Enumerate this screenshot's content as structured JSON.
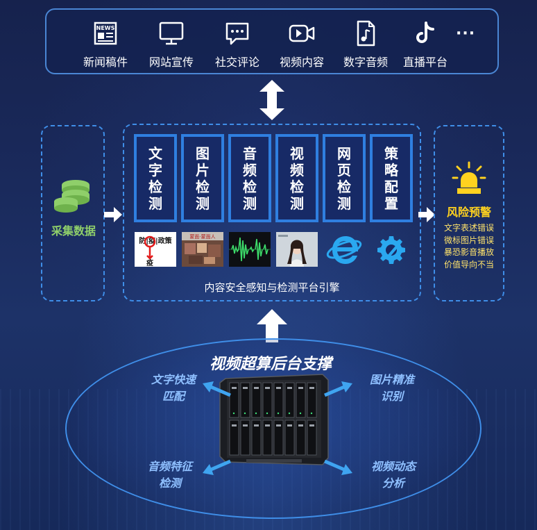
{
  "media_sources": [
    {
      "label": "新闻稿件",
      "icon": "news-icon"
    },
    {
      "label": "网站宣传",
      "icon": "monitor-icon"
    },
    {
      "label": "社交评论",
      "icon": "chat-bubble-icon"
    },
    {
      "label": "视频内容",
      "icon": "video-camera-icon"
    },
    {
      "label": "数字音频",
      "icon": "audio-file-icon"
    },
    {
      "label": "直播平台",
      "icon": "tiktok-icon"
    }
  ],
  "news_icon_text": "NEWS",
  "more": "···",
  "collect": {
    "label": "采集数据",
    "icon": "database-icon"
  },
  "detections": [
    {
      "label": "文字检测"
    },
    {
      "label": "图片检测"
    },
    {
      "label": "音频检测"
    },
    {
      "label": "视频检测"
    },
    {
      "label": "网页检测"
    },
    {
      "label": "策略配置"
    }
  ],
  "thumbnails": {
    "text_sample": {
      "top": "防|疫|政策",
      "bottom": "疫"
    },
    "image_sample": "蒙面·蒙面人"
  },
  "engine_label": "内容安全感知与检测平台引擎",
  "risk": {
    "title": "风险预警",
    "icon": "alarm-light-icon",
    "items": [
      "文字表述错误",
      "微标图片错误",
      "暴恐影音播放",
      "价值导向不当"
    ]
  },
  "backend": {
    "title": "视频超算后台支撑",
    "features": [
      {
        "line1": "文字快速",
        "line2": "匹配"
      },
      {
        "line1": "图片精准",
        "line2": "识别"
      },
      {
        "line1": "音频特征",
        "line2": "检测"
      },
      {
        "line1": "视频动态",
        "line2": "分析"
      }
    ]
  },
  "colors": {
    "accent_blue": "#2f7fe0",
    "collect_green": "#8fcf6a",
    "warning_yellow": "#ffd21f",
    "feature_blue": "#8fc0ff"
  }
}
